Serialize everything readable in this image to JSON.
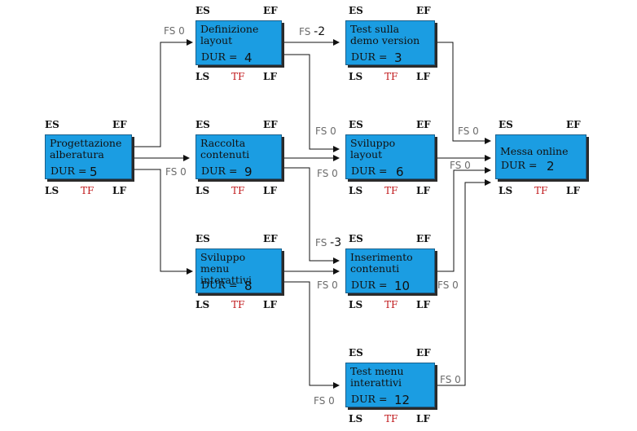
{
  "labels": {
    "es": "ES",
    "ef": "EF",
    "ls": "LS",
    "tf": "TF",
    "lf": "LF",
    "dur": "DUR ="
  },
  "activities": [
    {
      "id": "progettazione",
      "name": "Progettazione\nalberatura",
      "dur": "5"
    },
    {
      "id": "definizione",
      "name": "Definizione\nlayout",
      "dur": "4"
    },
    {
      "id": "raccolta",
      "name": "Raccolta\ncontenuti",
      "dur": "9"
    },
    {
      "id": "sviluppo-menu",
      "name": "Sviluppo menu\ninterattivi",
      "dur": "8"
    },
    {
      "id": "test-demo",
      "name": "Test sulla\ndemo version",
      "dur": "3"
    },
    {
      "id": "sviluppo-layout",
      "name": "Sviluppo\nlayout",
      "dur": "6"
    },
    {
      "id": "inserimento",
      "name": "Inserimento\ncontenuti",
      "dur": "10"
    },
    {
      "id": "test-menu",
      "name": "Test menu\ninterattivi",
      "dur": "12"
    },
    {
      "id": "messa-online",
      "name": "Messa online",
      "dur": "2"
    }
  ],
  "relations": [
    {
      "id": "progettazione-definizione",
      "type": "FS",
      "lag": "0"
    },
    {
      "id": "progettazione-sviluppo-menu",
      "type": "FS",
      "lag": "0"
    },
    {
      "id": "definizione-test-demo",
      "type": "FS",
      "lag": "-2"
    },
    {
      "id": "raccolta-sviluppo-layout",
      "type": "FS",
      "lag": "0"
    },
    {
      "id": "definizione-sviluppo-layout",
      "type": "FS",
      "lag": "0"
    },
    {
      "id": "raccolta-inserimento",
      "type": "FS",
      "lag": "-3"
    },
    {
      "id": "sviluppo-menu-inserimento",
      "type": "FS",
      "lag": "0"
    },
    {
      "id": "sviluppo-menu-test-menu",
      "type": "FS",
      "lag": "0"
    },
    {
      "id": "test-demo-messa-online",
      "type": "FS",
      "lag": "0"
    },
    {
      "id": "sviluppo-layout-messa-online",
      "type": "FS",
      "lag": "0"
    },
    {
      "id": "inserimento-messa-online",
      "type": "FS",
      "lag": "0"
    },
    {
      "id": "test-menu-messa-online",
      "type": "FS",
      "lag": "0"
    }
  ],
  "colors": {
    "box": "#1b9de2",
    "tf": "#c0181b",
    "relation": "#6b6b6b"
  }
}
